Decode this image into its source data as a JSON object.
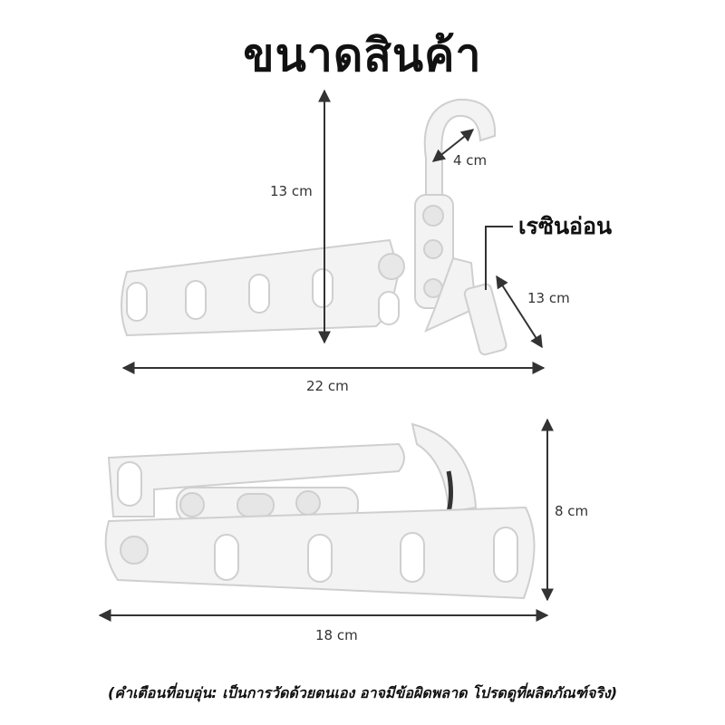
{
  "title": "ขนาดสินค้า",
  "top_view": {
    "height_label": "13 cm",
    "hook_label": "4 cm",
    "depth_label": "13 cm",
    "width_label": "22 cm",
    "material_label": "เรซินอ่อน"
  },
  "bottom_view": {
    "height_label": "8 cm",
    "width_label": "18 cm"
  },
  "disclaimer": "(คำเตือนที่อบอุ่น: เป็นการวัดด้วยตนเอง อาจมีข้อผิดพลาด โปรดดูที่ผลิตภัณฑ์จริง)",
  "colors": {
    "product": "#f2f2f2",
    "outline": "#c9c9c9",
    "arrow": "#333333"
  }
}
